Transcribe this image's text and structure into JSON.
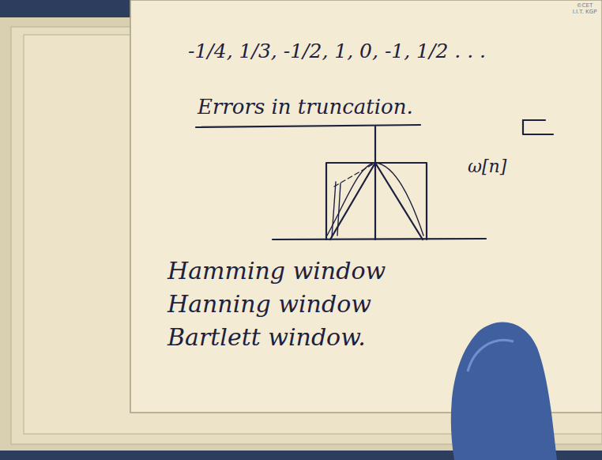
{
  "diagram": {
    "title": "Errors in truncation.",
    "labels": [
      "-1/4, 1/3, -1/2, 1, 0, -1, 1/2 . . .",
      "ω[n]",
      "Hamming window",
      "Hanning window",
      "Bartlett window.",
      "©CET I.I.T. KGP"
    ]
  }
}
